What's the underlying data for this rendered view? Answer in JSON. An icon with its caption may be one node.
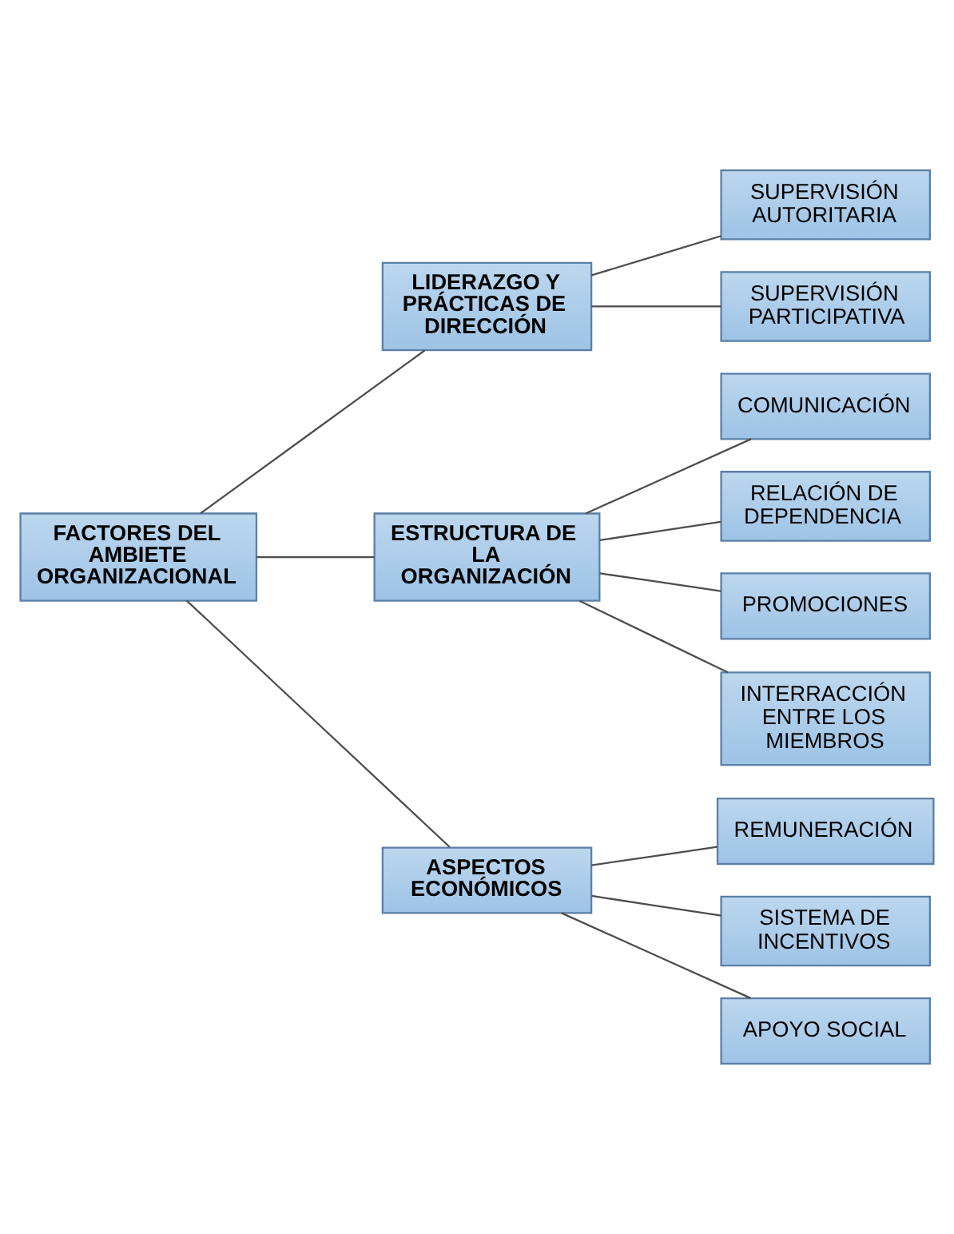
{
  "diagram": {
    "nodes": [
      {
        "text": [
          "FACTORES DEL AMBIETE ORGANIZACIONAL"
        ]
      },
      {
        "text": [
          "LIDERAZGO Y PRÁCTICAS DE DIRECCIÓN"
        ]
      },
      {
        "text": [
          "SUPERVISIÓN AUTORITARIA"
        ]
      },
      {
        "text": [
          "SUPERVISIÓN PARTICIPATIVA"
        ]
      },
      {
        "text": [
          "ESTRUCTURA DE LA ORGANIZACIÓN"
        ]
      },
      {
        "text": [
          "COMUNICACIÓN"
        ]
      },
      {
        "text": [
          "RELACIÓN DE DEPENDENCIA"
        ]
      },
      {
        "text": [
          "PROMOCIONES"
        ]
      },
      {
        "text": [
          "INTERRACCIÓN ENTRE LOS MIEMBROS"
        ]
      },
      {
        "text": [
          "ASPECTOS ECONÓMICOS"
        ]
      },
      {
        "text": [
          "REMUNERACIÓN"
        ]
      },
      {
        "text": [
          "SISTEMA DE INCENTIVOS"
        ]
      },
      {
        "text": [
          "APOYO SOCIAL"
        ]
      }
    ],
    "edges": [
      {
        "from": 0,
        "to": 1,
        "arrow": "none"
      },
      {
        "from": 0,
        "to": 4,
        "arrow": "none"
      },
      {
        "from": 0,
        "to": 9,
        "arrow": "none"
      },
      {
        "from": 1,
        "to": 2,
        "arrow": "none"
      },
      {
        "from": 1,
        "to": 3,
        "arrow": "none"
      },
      {
        "from": 4,
        "to": 5,
        "arrow": "none"
      },
      {
        "from": 4,
        "to": 6,
        "arrow": "none"
      },
      {
        "from": 4,
        "to": 7,
        "arrow": "none"
      },
      {
        "from": 4,
        "to": 8,
        "arrow": "none"
      },
      {
        "from": 9,
        "to": 10,
        "arrow": "none"
      },
      {
        "from": 9,
        "to": 11,
        "arrow": "none"
      },
      {
        "from": 9,
        "to": 12,
        "arrow": "none"
      }
    ]
  }
}
